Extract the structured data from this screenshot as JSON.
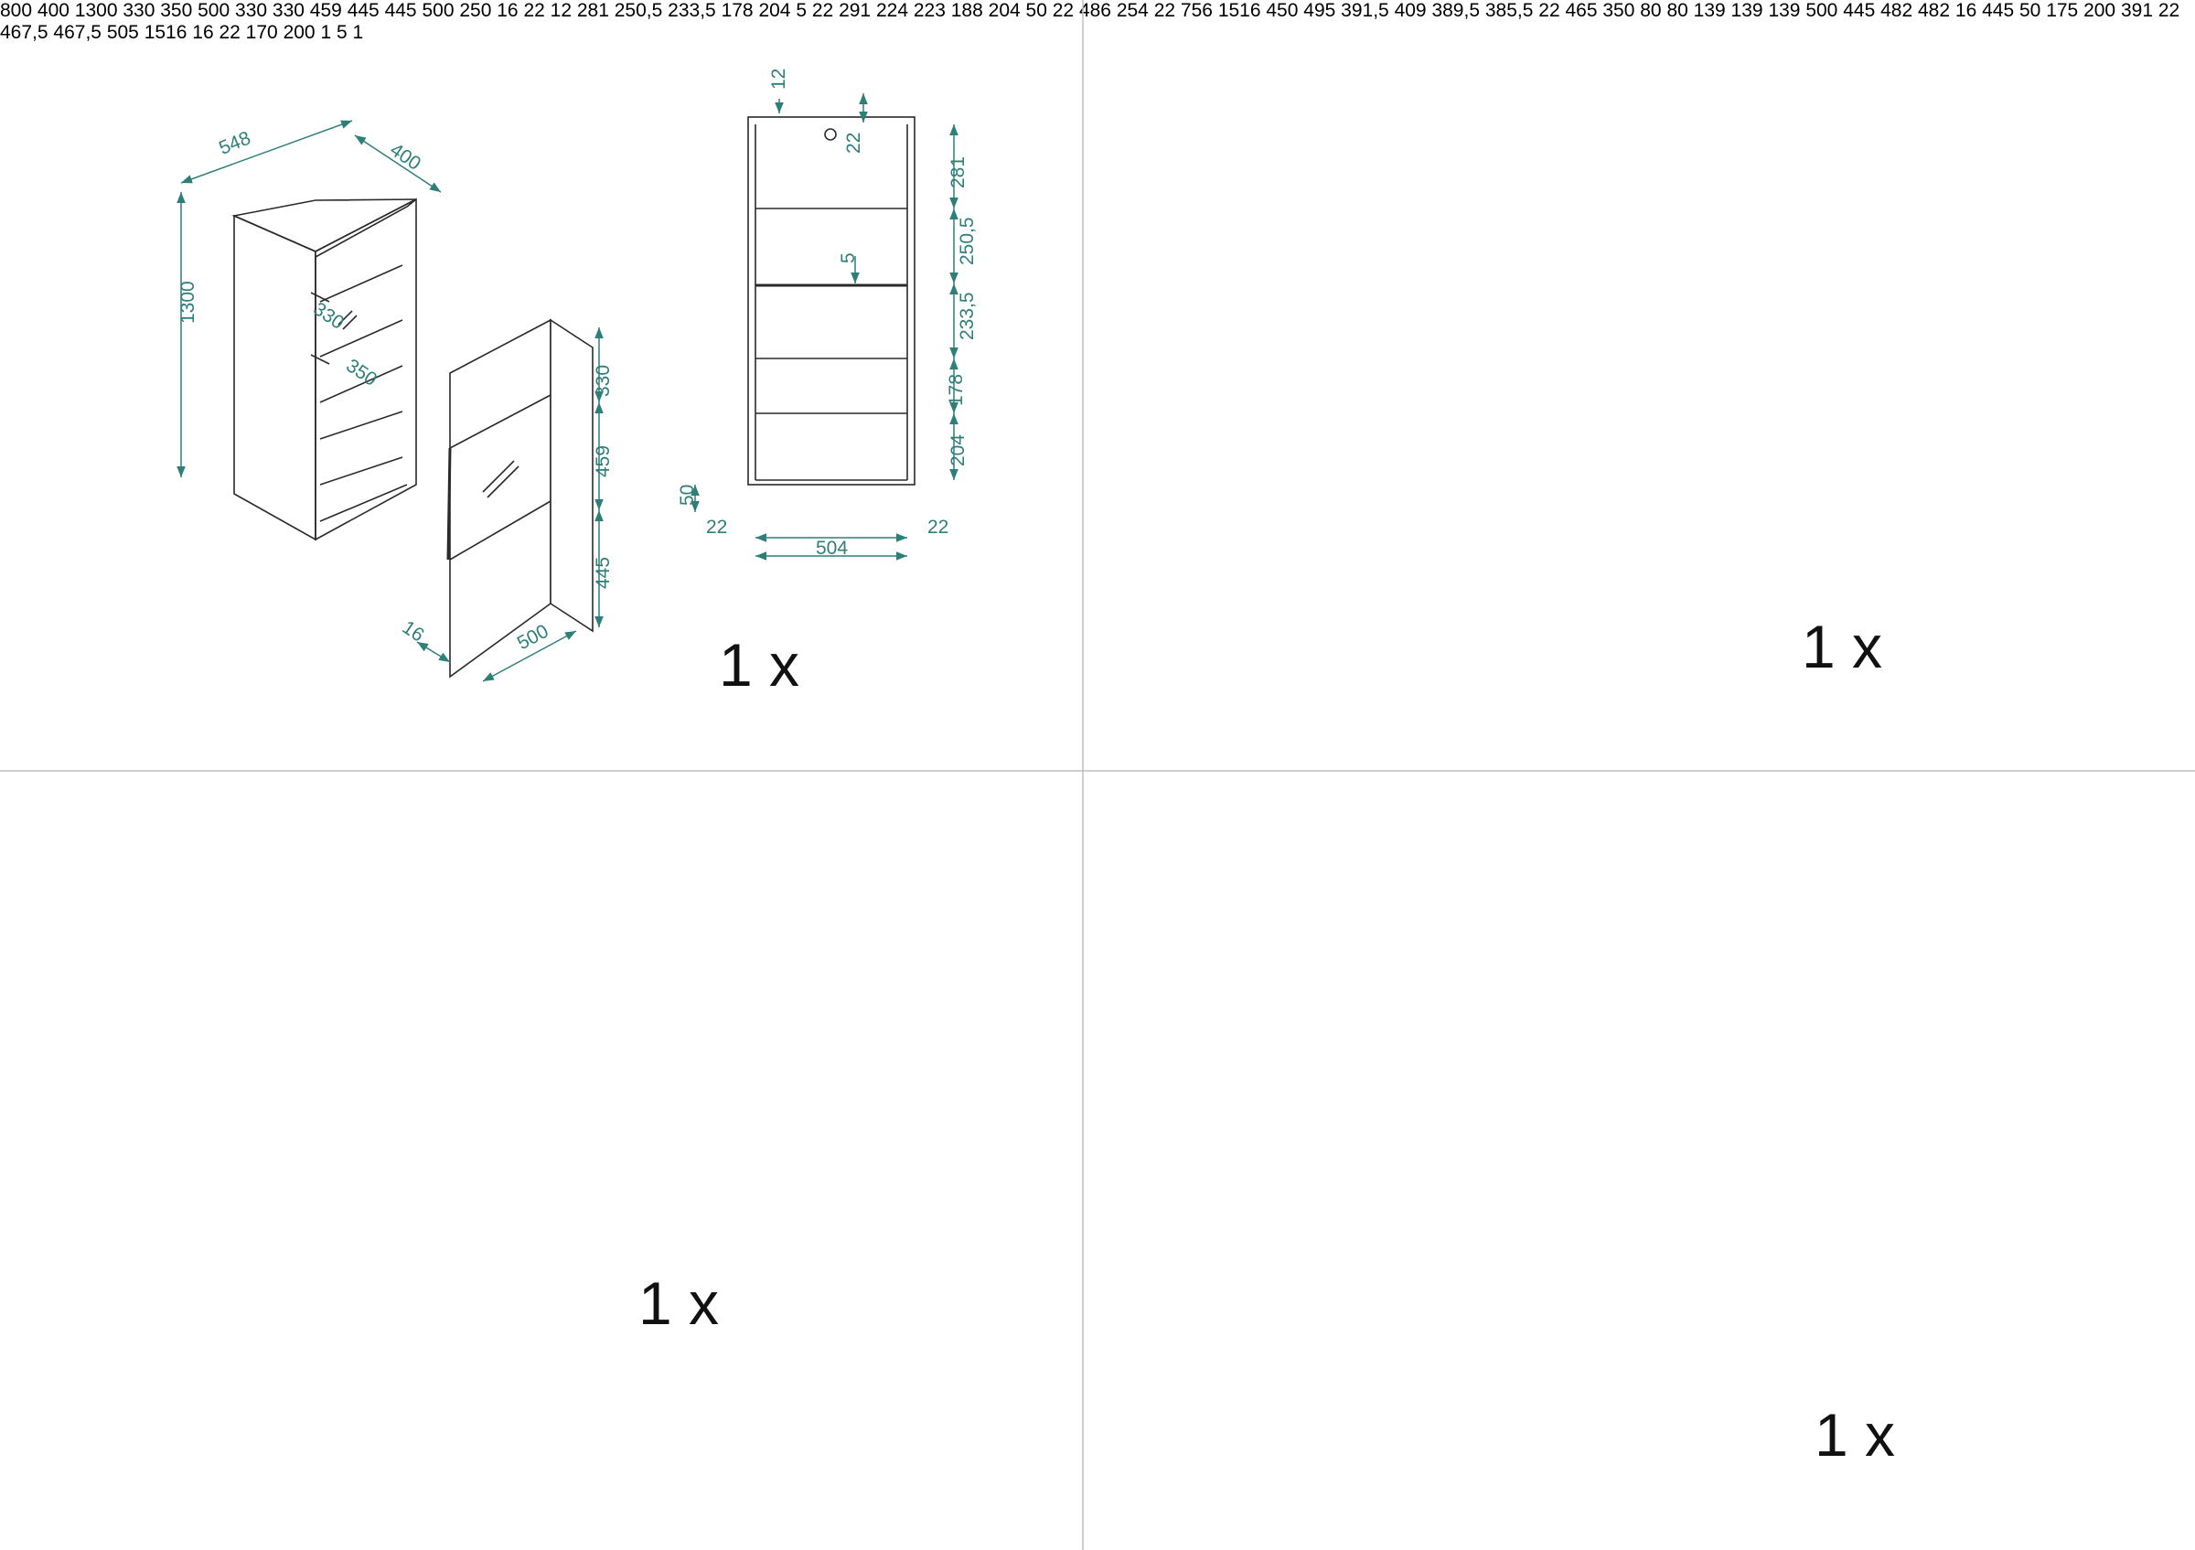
{
  "colors": {
    "outline": "#2a2a2a",
    "dimension": "#2e7f79",
    "divider": "#bdbdbd",
    "background": "#ffffff"
  },
  "panels": {
    "p1": {
      "quantity": "1 x",
      "iso": {
        "width": "548",
        "depth": "400",
        "height": "1300",
        "glass_shelf_1": "330",
        "glass_shelf_2": "350",
        "door_top": "330",
        "door_mid": "459",
        "door_bottom": "445",
        "door_width": "500",
        "door_thick": "16"
      },
      "front": {
        "top": "12",
        "gap": "22",
        "h1": "281",
        "h2": "250,5",
        "h3": "233,5",
        "h4": "178",
        "h5": "204",
        "glass": "5",
        "plinth": "50",
        "side_l": "22",
        "width": "504",
        "side_r": "22"
      }
    },
    "p2": {
      "quantity": "1 x",
      "iso": {
        "width": "800",
        "depth": "400",
        "height": "1300",
        "glass_shelf_1": "330",
        "glass_shelf_2": "350",
        "door_top_w": "500",
        "door_top_side": "330",
        "door_top": "330",
        "door_mid": "459",
        "door_bottom": "445",
        "door_side": "445",
        "door_width": "500",
        "side_depth": "250",
        "door_thick": "16"
      },
      "front": {
        "top_l": "22",
        "top": "12",
        "l1": "281",
        "l2": "250,5",
        "l3": "233,5",
        "l4": "178",
        "l5": "204",
        "glass": "5",
        "mid": "22",
        "r1": "291",
        "r2": "224",
        "r3": "223",
        "r4": "188",
        "r5": "204",
        "plinth": "50",
        "w_l": "22",
        "w1": "486",
        "w2": "254",
        "w_r": "22",
        "total": "756"
      }
    },
    "p3": {
      "quantity": "1 x",
      "iso": {
        "width": "1516",
        "depth": "450",
        "height": "495",
        "inner_1": "391,5",
        "inner_2": "409",
        "inner_3": "389,5",
        "inner_4": "385,5",
        "top_thick": "22",
        "drawer_w": "465",
        "drawer_d": "350",
        "drawer_h1": "80",
        "drawer_h2": "80",
        "front_h1": "139",
        "front_h2": "139",
        "front_h3": "139",
        "front_w": "500",
        "door_h": "445",
        "door_w1": "482",
        "door_w2": "482",
        "door_thick": "16"
      },
      "front": {
        "h": "445",
        "plinth": "50",
        "s1": "175",
        "s2": "200",
        "s3": "391",
        "side": "22",
        "w1": "467,5",
        "w2": "467,5",
        "w3": "505"
      }
    },
    "p4": {
      "quantity": "1 x",
      "iso": {
        "length": "1516",
        "thickness": "16",
        "wall_h": "22",
        "height": "170",
        "depth": "200"
      },
      "front": {
        "left": "1",
        "groove": "5",
        "right": "1"
      }
    }
  }
}
